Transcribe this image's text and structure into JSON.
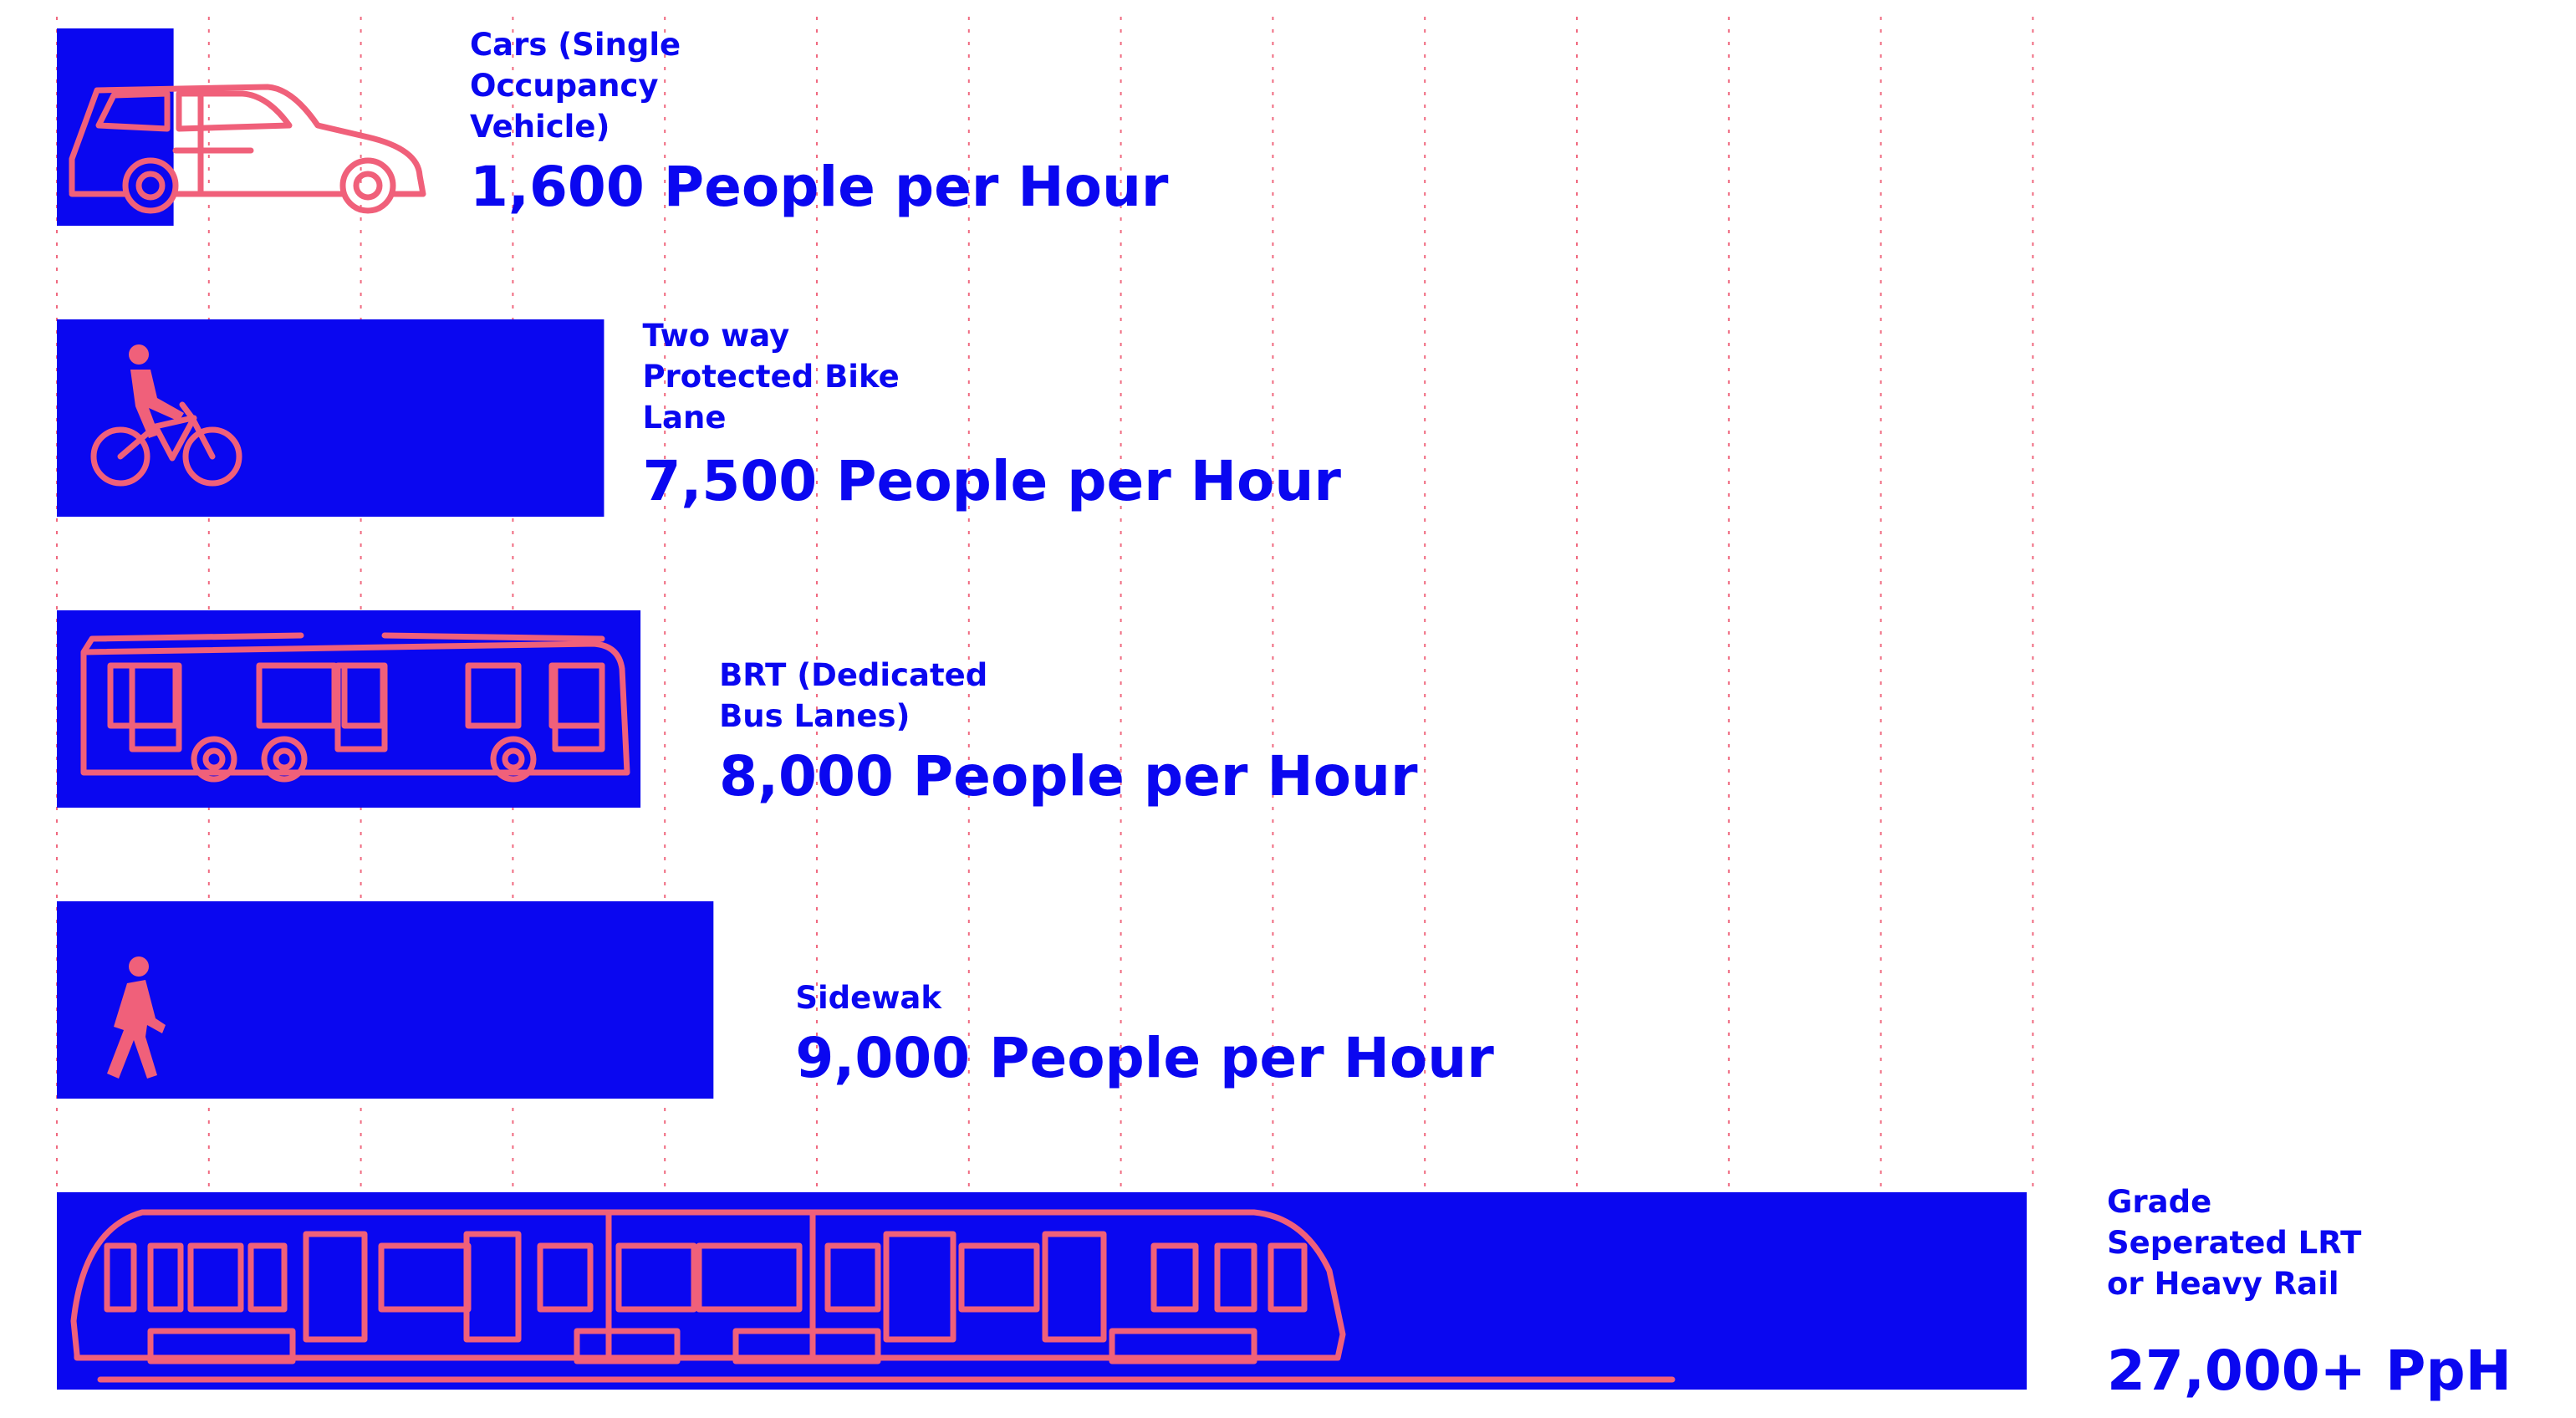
{
  "chart_data": {
    "type": "bar",
    "orientation": "horizontal",
    "categories": [
      "Cars (Single Occupancy Vehicle)",
      "Two way Protected Bike Lane",
      "BRT (Dedicated Bus Lanes)",
      "Sidewak",
      "Grade Seperated LRT or Heavy Rail"
    ],
    "label_lines": [
      [
        "Cars (Single",
        "Occupancy",
        "Vehicle)"
      ],
      [
        "Two way",
        "Protected Bike",
        "Lane"
      ],
      [
        "BRT (Dedicated",
        "Bus Lanes)"
      ],
      [
        "Sidewak"
      ],
      [
        "Grade",
        "Seperated LRT",
        "or Heavy Rail"
      ]
    ],
    "values": [
      1600,
      7500,
      8000,
      9000,
      27000
    ],
    "value_labels": [
      "1,600 People per Hour",
      "7,500 People per Hour",
      "8,000 People per Hour",
      "9,000 People per Hour",
      "27,000+ PpH"
    ],
    "icons": [
      "car-icon",
      "cyclist-icon",
      "bus-icon",
      "pedestrian-icon",
      "train-icon"
    ],
    "xlim": [
      0,
      27000
    ],
    "grid": true,
    "legend": "none",
    "colors": {
      "bar": "#0a07f0",
      "icon": "#f0607a",
      "text": "#0a07f0",
      "grid": "#f06a80"
    }
  }
}
